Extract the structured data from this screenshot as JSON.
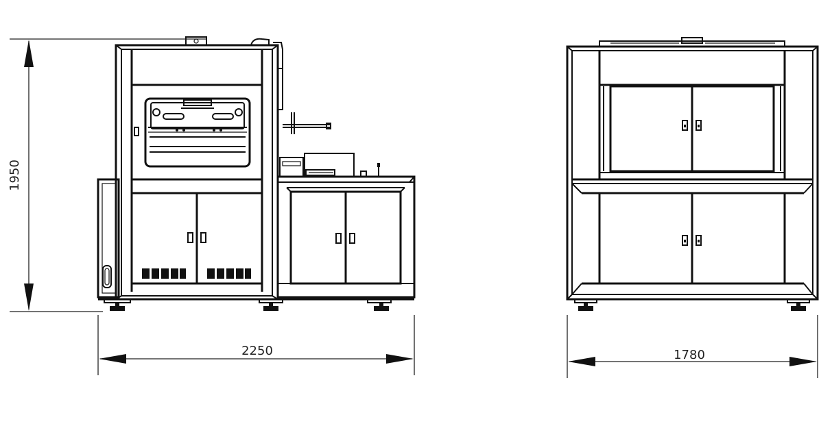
{
  "dimensions": {
    "height_label": "1950",
    "front_width_label": "2250",
    "side_width_label": "1780"
  },
  "colors": {
    "line": "#111111",
    "background": "#ffffff"
  }
}
